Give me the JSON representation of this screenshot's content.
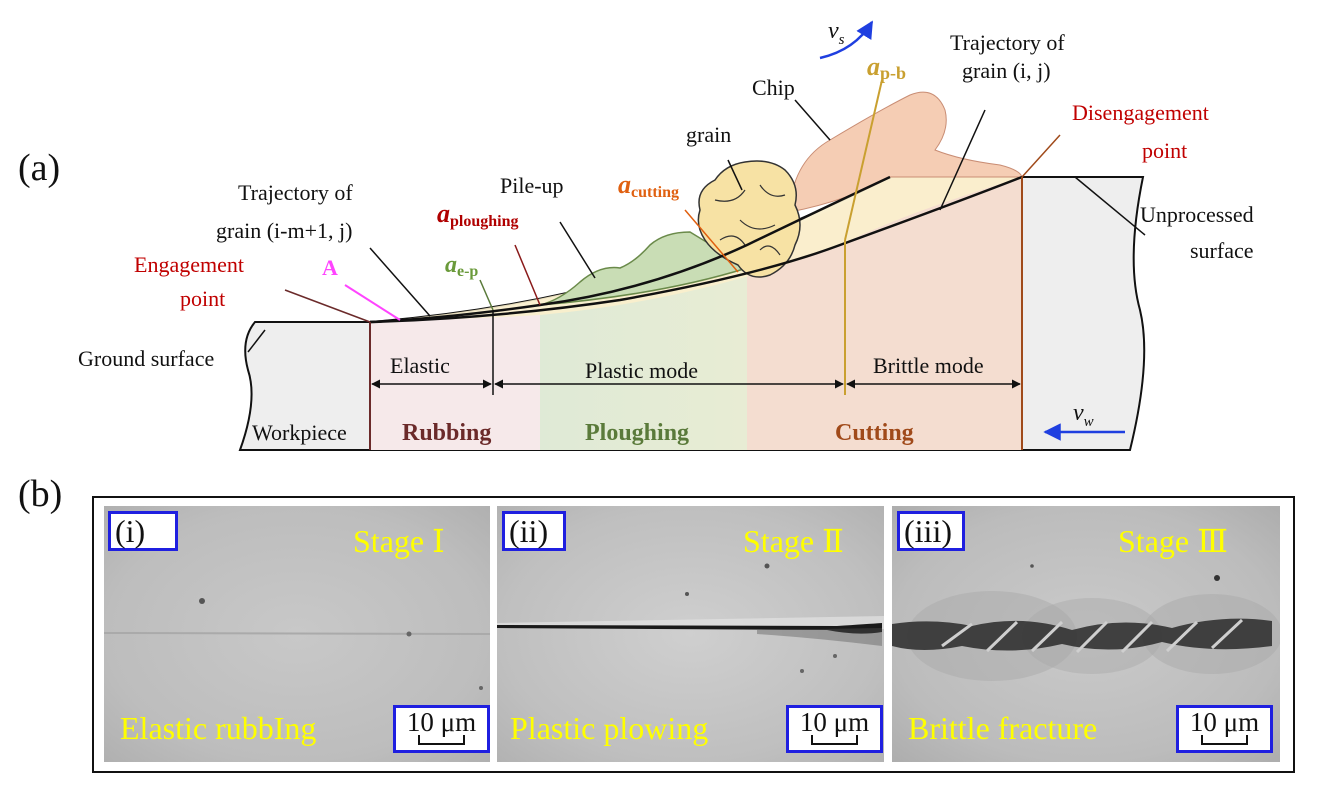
{
  "panel_a": {
    "label": "(a)",
    "velocity_grinding": {
      "symbol": "v",
      "sub": "s"
    },
    "velocity_workpiece": {
      "symbol": "v",
      "sub": "w"
    },
    "labels": {
      "chip": "Chip",
      "grain": "grain",
      "pile_up": "Pile-up",
      "trajectory_i_j_line1": "Trajectory of",
      "trajectory_i_j_line2": "grain (i, j)",
      "trajectory_im1_line1": "Trajectory of",
      "trajectory_im1_line2": "grain (i-m+1, j)",
      "disengagement_line1": "Disengagement",
      "disengagement_line2": "point",
      "engagement_line1": "Engagement",
      "engagement_line2": "point",
      "unprocessed_line1": "Unprocessed",
      "unprocessed_line2": "surface",
      "ground_surface": "Ground surface",
      "point_a": "A",
      "workpiece": "Workpiece"
    },
    "depths": {
      "a_pb": {
        "symbol": "a",
        "sub": "p-b"
      },
      "a_cutting": {
        "symbol": "a",
        "sub": "cutting"
      },
      "a_ploughing": {
        "symbol": "a",
        "sub": "ploughing"
      },
      "a_ep": {
        "symbol": "a",
        "sub": "e-p"
      }
    },
    "modes": {
      "elastic": "Elastic",
      "plastic": "Plastic mode",
      "brittle": "Brittle mode"
    },
    "regions": {
      "rubbing": "Rubbing",
      "ploughing": "Ploughing",
      "cutting": "Cutting"
    },
    "colors": {
      "rubbing": "#f6e9ea",
      "ploughing": "#dfead6",
      "cutting": "#f4ddd0",
      "workpiece": "#eeeeee",
      "rubbing_text": "#6b2a2a",
      "ploughing_text": "#5a7a3a",
      "cutting_text": "#a04a1a",
      "chip": "#f5cdb4",
      "grain": "#f7e2a4",
      "pileup": "#c9ddb5"
    }
  },
  "panel_b": {
    "label": "(b)",
    "panels": [
      {
        "roman": "(i)",
        "stage": "Stage Ⅰ",
        "caption": "Elastic rubbIng",
        "scale": "10 μm"
      },
      {
        "roman": "(ii)",
        "stage": "Stage Ⅱ",
        "caption": "Plastic plowing",
        "scale": "10 μm"
      },
      {
        "roman": "(iii)",
        "stage": "Stage Ⅲ",
        "caption": "Brittle fracture",
        "scale": "10 μm"
      }
    ]
  }
}
